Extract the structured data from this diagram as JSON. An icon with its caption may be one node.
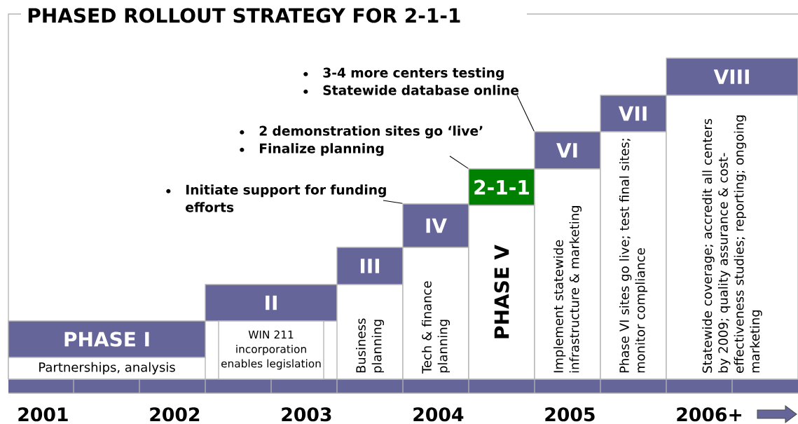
{
  "diagram": {
    "title": "PHASED ROLLOUT STRATEGY FOR 2-1-1",
    "nodes": [
      {
        "text": [
          "PHASE I"
        ]
      },
      {
        "text": [
          "Partnerships, analysis"
        ]
      },
      {
        "text": [
          "II"
        ]
      },
      {
        "text": [
          "WIN 211 incorporation enables legislation"
        ]
      },
      {
        "text": [
          "III"
        ]
      },
      {
        "text": [
          "Business planning"
        ]
      },
      {
        "text": [
          "IV"
        ]
      },
      {
        "text": [
          "Tech & finance planning"
        ]
      },
      {
        "text": [
          "2-1-1"
        ]
      },
      {
        "text": [
          "PHASE V"
        ]
      },
      {
        "text": [
          "VI"
        ]
      },
      {
        "text": [
          "Implement statewide infrastructure & marketing"
        ]
      },
      {
        "text": [
          "VII"
        ]
      },
      {
        "text": [
          "Phase VI sites go live; test final sites; monitor compliance"
        ]
      },
      {
        "text": [
          "VIII"
        ]
      },
      {
        "text": [
          "Statewide coverage; accredit all centers by 2009; quality assurance & cost-effectiveness studies; reporting; ongoing marketing"
        ]
      },
      {
        "text": [
          "Initiate support for funding efforts"
        ]
      },
      {
        "text": [
          "2 demonstration sites go ‘live’",
          "Finalize planning"
        ]
      },
      {
        "text": [
          "3-4 more centers testing",
          "Statewide database online"
        ]
      }
    ],
    "edges": [
      {
        "from": 16,
        "to": 6,
        "arrow": "none"
      },
      {
        "from": 17,
        "to": 8,
        "arrow": "none"
      },
      {
        "from": 18,
        "to": 10,
        "arrow": "none"
      }
    ],
    "labels": [
      "2001",
      "2002",
      "2003",
      "2004",
      "2005",
      "2006+"
    ]
  }
}
